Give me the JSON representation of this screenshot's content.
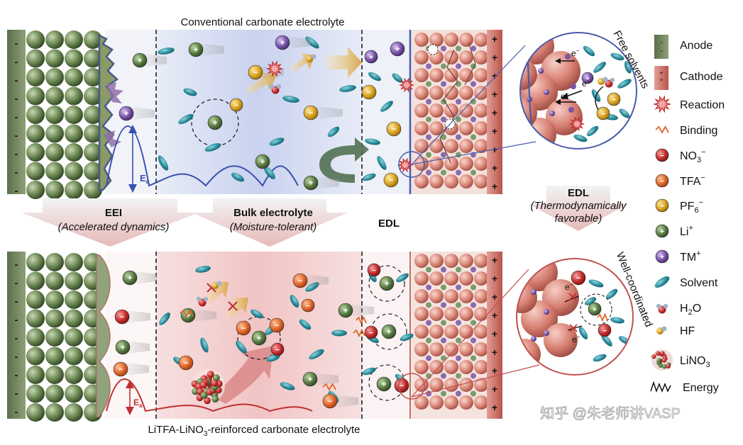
{
  "top_panel": {
    "title": "Conventional carbonate electrolyte",
    "callout_label": "Free solvents",
    "ea_label": "E",
    "ea_sub": "a"
  },
  "bottom_panel": {
    "title_prefix": "LiTFA-LiNO",
    "title_sub": "3",
    "title_suffix": "-reinforced carbonate electrolyte",
    "callout_label": "Well-coordinated",
    "ea_label": "E",
    "ea_sub": "a"
  },
  "middle_arrows": {
    "eei_title": "EEI",
    "eei_caption": "(Accelerated dynamics)",
    "bulk_title": "Bulk electrolyte",
    "bulk_caption": "(Moisture-tolerant)",
    "edl_label": "EDL",
    "edl_right_title": "EDL",
    "edl_right_caption_1": "(Thermodynamically",
    "edl_right_caption_2": "favorable)"
  },
  "callouts": {
    "electron_label": "e",
    "electron_sup": "−"
  },
  "legend": {
    "items": [
      {
        "key": "anode",
        "label": "Anode"
      },
      {
        "key": "cathode",
        "label": "Cathode"
      },
      {
        "key": "reaction",
        "label": "Reaction"
      },
      {
        "key": "binding",
        "label": "Binding"
      },
      {
        "key": "no3",
        "label": "NO",
        "sub": "3",
        "sup": "−"
      },
      {
        "key": "tfa",
        "label": "TFA",
        "sup": "−"
      },
      {
        "key": "pf6",
        "label": "PF",
        "sub": "6",
        "sup": "−"
      },
      {
        "key": "li",
        "label": "Li",
        "sup": "+"
      },
      {
        "key": "tm",
        "label": "TM",
        "sup": "+"
      },
      {
        "key": "solvent",
        "label": "Solvent"
      },
      {
        "key": "h2o",
        "label": "H",
        "sub": "2",
        "suffix": "O"
      },
      {
        "key": "hf",
        "label": "HF"
      },
      {
        "key": "lino3",
        "label": "LiNO",
        "sub": "3"
      },
      {
        "key": "energy",
        "label": "Energy"
      }
    ]
  },
  "watermark": "知乎 @朱老师讲VASP",
  "colors": {
    "anode": "#5f7a4a",
    "cathode": "#c9605a",
    "no3": "#c23030",
    "tfa": "#e0662a",
    "pf6": "#d8a020",
    "li": "#5a7d4a",
    "tm": "#7a55a0",
    "solvent": "#2a8a9a",
    "energy_top": "#3a4fb0",
    "energy_bottom": "#c03030"
  }
}
